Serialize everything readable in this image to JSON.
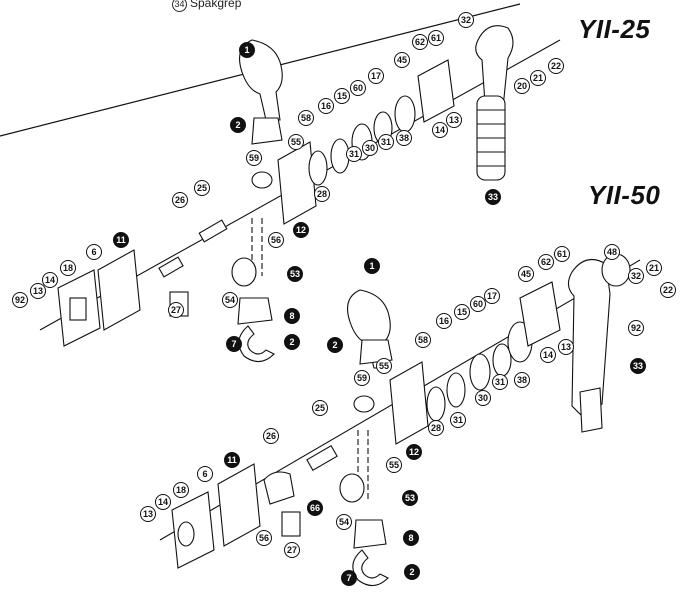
{
  "header": {
    "num": "34",
    "label": "Spakgrep"
  },
  "models": {
    "top": "YII-25",
    "bottom": "YII-50"
  },
  "callouts_top": [
    {
      "t": "1",
      "f": 1
    },
    {
      "t": "2",
      "f": 1
    },
    {
      "t": "58",
      "f": 0
    },
    {
      "t": "55",
      "f": 0
    },
    {
      "t": "59",
      "f": 0
    },
    {
      "t": "16",
      "f": 0
    },
    {
      "t": "15",
      "f": 0
    },
    {
      "t": "60",
      "f": 0
    },
    {
      "t": "17",
      "f": 0
    },
    {
      "t": "62",
      "f": 0
    },
    {
      "t": "61",
      "f": 0
    },
    {
      "t": "45",
      "f": 0
    },
    {
      "t": "32",
      "f": 0
    },
    {
      "t": "20",
      "f": 0
    },
    {
      "t": "21",
      "f": 0
    },
    {
      "t": "22",
      "f": 0
    },
    {
      "t": "13",
      "f": 0
    },
    {
      "t": "14",
      "f": 0
    },
    {
      "t": "38",
      "f": 0
    },
    {
      "t": "31",
      "f": 0
    },
    {
      "t": "30",
      "f": 0
    },
    {
      "t": "31",
      "f": 0
    },
    {
      "t": "28",
      "f": 0
    },
    {
      "t": "33",
      "f": 1
    },
    {
      "t": "12",
      "f": 1
    },
    {
      "t": "56",
      "f": 0
    },
    {
      "t": "25",
      "f": 0
    },
    {
      "t": "26",
      "f": 0
    },
    {
      "t": "11",
      "f": 1
    },
    {
      "t": "6",
      "f": 0
    },
    {
      "t": "18",
      "f": 0
    },
    {
      "t": "14",
      "f": 0
    },
    {
      "t": "13",
      "f": 0
    },
    {
      "t": "92",
      "f": 0
    },
    {
      "t": "27",
      "f": 0
    },
    {
      "t": "53",
      "f": 1
    },
    {
      "t": "54",
      "f": 0
    },
    {
      "t": "8",
      "f": 1
    },
    {
      "t": "7",
      "f": 1
    },
    {
      "t": "2",
      "f": 1
    }
  ],
  "callouts_bottom": [
    {
      "t": "1",
      "f": 1
    },
    {
      "t": "2",
      "f": 1
    },
    {
      "t": "58",
      "f": 0
    },
    {
      "t": "16",
      "f": 0
    },
    {
      "t": "15",
      "f": 0
    },
    {
      "t": "60",
      "f": 0
    },
    {
      "t": "17",
      "f": 0
    },
    {
      "t": "45",
      "f": 0
    },
    {
      "t": "62",
      "f": 0
    },
    {
      "t": "61",
      "f": 0
    },
    {
      "t": "48",
      "f": 0
    },
    {
      "t": "32",
      "f": 0
    },
    {
      "t": "21",
      "f": 0
    },
    {
      "t": "22",
      "f": 0
    },
    {
      "t": "92",
      "f": 0
    },
    {
      "t": "14",
      "f": 0
    },
    {
      "t": "13",
      "f": 0
    },
    {
      "t": "33",
      "f": 1
    },
    {
      "t": "38",
      "f": 0
    },
    {
      "t": "31",
      "f": 0
    },
    {
      "t": "30",
      "f": 0
    },
    {
      "t": "31",
      "f": 0
    },
    {
      "t": "28",
      "f": 0
    },
    {
      "t": "12",
      "f": 1
    },
    {
      "t": "55",
      "f": 0
    },
    {
      "t": "59",
      "f": 0
    },
    {
      "t": "55",
      "f": 0
    },
    {
      "t": "25",
      "f": 0
    },
    {
      "t": "26",
      "f": 0
    },
    {
      "t": "66",
      "f": 1
    },
    {
      "t": "56",
      "f": 0
    },
    {
      "t": "27",
      "f": 0
    },
    {
      "t": "11",
      "f": 1
    },
    {
      "t": "6",
      "f": 0
    },
    {
      "t": "18",
      "f": 0
    },
    {
      "t": "14",
      "f": 0
    },
    {
      "t": "13",
      "f": 0
    },
    {
      "t": "53",
      "f": 1
    },
    {
      "t": "54",
      "f": 0
    },
    {
      "t": "8",
      "f": 1
    },
    {
      "t": "7",
      "f": 1
    },
    {
      "t": "2",
      "f": 1
    }
  ]
}
